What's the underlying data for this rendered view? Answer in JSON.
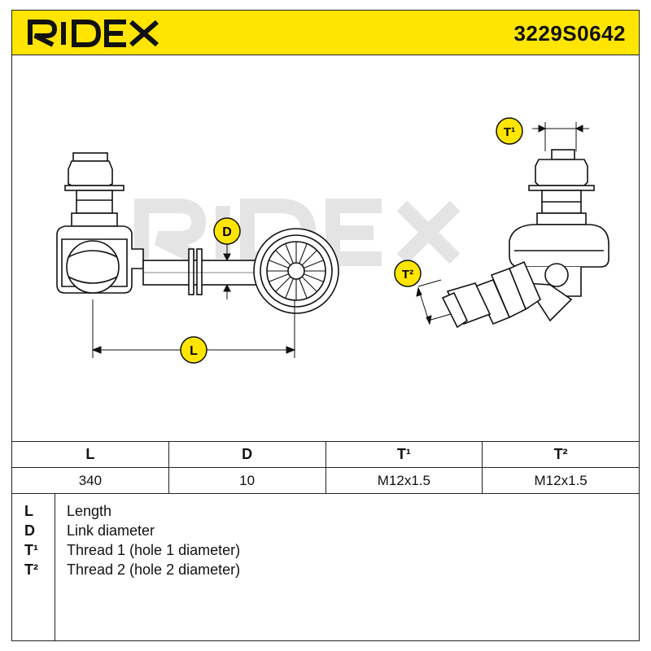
{
  "header": {
    "brand": "RIDEX",
    "part_number": "3229S0642",
    "background_color": "#ffe500"
  },
  "drawing": {
    "watermark": "RIDEX",
    "labels": {
      "length": "L",
      "diameter": "D",
      "thread1": "T¹",
      "thread2": "T²"
    }
  },
  "spec_table": {
    "headers": [
      "L",
      "D",
      "T¹",
      "T²"
    ],
    "values": [
      "340",
      "10",
      "M12x1.5",
      "M12x1.5"
    ]
  },
  "legend": [
    {
      "key": "L",
      "description": "Length"
    },
    {
      "key": "D",
      "description": "Link diameter"
    },
    {
      "key": "T¹",
      "description": "Thread 1 (hole 1 diameter)"
    },
    {
      "key": "T²",
      "description": "Thread 2 (hole 2 diameter)"
    }
  ]
}
